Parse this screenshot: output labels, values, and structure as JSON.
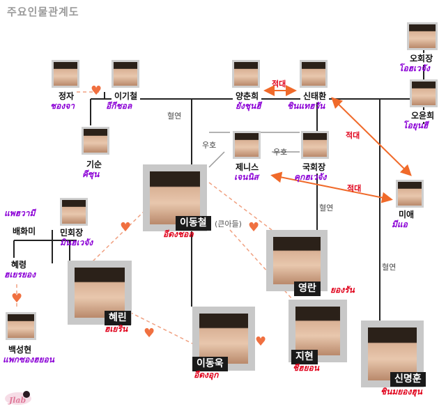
{
  "title": "주요인물관계도",
  "characters": {
    "jeongja": {
      "name": "정자",
      "thai": "ชองจา"
    },
    "igicheol": {
      "name": "이기철",
      "thai": "อีกีชอล"
    },
    "gisun": {
      "name": "기순",
      "thai": "คีซุน"
    },
    "yangchunhui": {
      "name": "양춘희",
      "thai": "ยังชุนฮี"
    },
    "sintaehwan": {
      "name": "신태환",
      "thai": "ชินแทฮวัน"
    },
    "ohoejang": {
      "name": "오회장",
      "thai": "โอฮเวจัง"
    },
    "oyunhui": {
      "name": "오윤희",
      "thai": "โอยุนฮี"
    },
    "jenis": {
      "name": "제니스",
      "thai": "เจนนิส"
    },
    "gukhoejang": {
      "name": "국회장",
      "thai": "คุกฮเวจัง"
    },
    "miae": {
      "name": "미애",
      "thai": "มีแอ"
    },
    "baehwami": {
      "name": "배화미",
      "thai": "แพฮวามี"
    },
    "minhoejang": {
      "name": "민회장",
      "thai": "มินฮเวจัง"
    },
    "idongcheol": {
      "name": "이동철",
      "thai": "อีดงชอล",
      "note": "(큰아들)"
    },
    "hyeryeong": {
      "name": "혜령",
      "thai": "ฮเยรยอง"
    },
    "hyerin": {
      "name": "혜린",
      "thai": "ฮเยริน"
    },
    "yeongran": {
      "name": "영란",
      "thai": "ยองรัน"
    },
    "baekseonghyeon": {
      "name": "백성현",
      "thai": "แพกซองฮยอน"
    },
    "idonguk": {
      "name": "이동욱",
      "thai": "อีดงอุก"
    },
    "jihyeon": {
      "name": "지현",
      "thai": "ชีฮยอน"
    },
    "sinmyeonghun": {
      "name": "신명훈",
      "thai": "ชินมยองฮุน"
    }
  },
  "relations": {
    "blood": "혈연",
    "friend": "우호",
    "enemy": "적대"
  },
  "colors": {
    "line": "#222222",
    "enemy": "#f06a2a",
    "love": "#f08a5a",
    "thai_purple": "#8b00d6",
    "thai_red": "#e0001a"
  },
  "logo": {
    "text": "Jlab"
  }
}
